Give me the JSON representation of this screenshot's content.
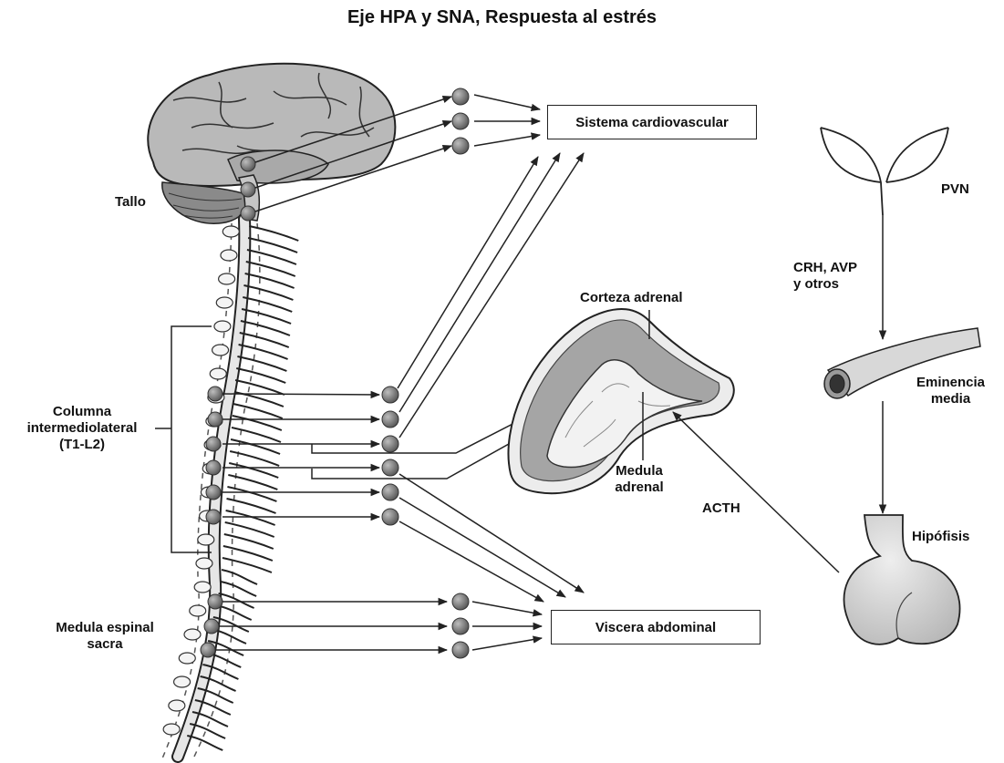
{
  "title": "Eje HPA y SNA, Respuesta al estrés",
  "labels": {
    "tallo": "Tallo",
    "columna_line1": "Columna",
    "columna_line2": "intermediolateral",
    "columna_line3": "(T1-L2)",
    "medula_espinal_line1": "Medula espinal",
    "medula_espinal_line2": "sacra",
    "corteza_adrenal": "Corteza adrenal",
    "medula_adrenal_line1": "Medula",
    "medula_adrenal_line2": "adrenal",
    "acth": "ACTH",
    "pvn": "PVN",
    "crh_line1": "CRH, AVP",
    "crh_line2": "y otros",
    "eminencia_line1": "Eminencia",
    "eminencia_line2": "media",
    "hipofisis": "Hipófisis"
  },
  "boxes": {
    "cardiovascular": "Sistema cardiovascular",
    "visceral": "Viscera abdominal"
  },
  "colors": {
    "ink": "#222222",
    "ganglion": "#7a7a7a",
    "tissue": "#cfcfcf",
    "brain": "#b5b5b5"
  }
}
